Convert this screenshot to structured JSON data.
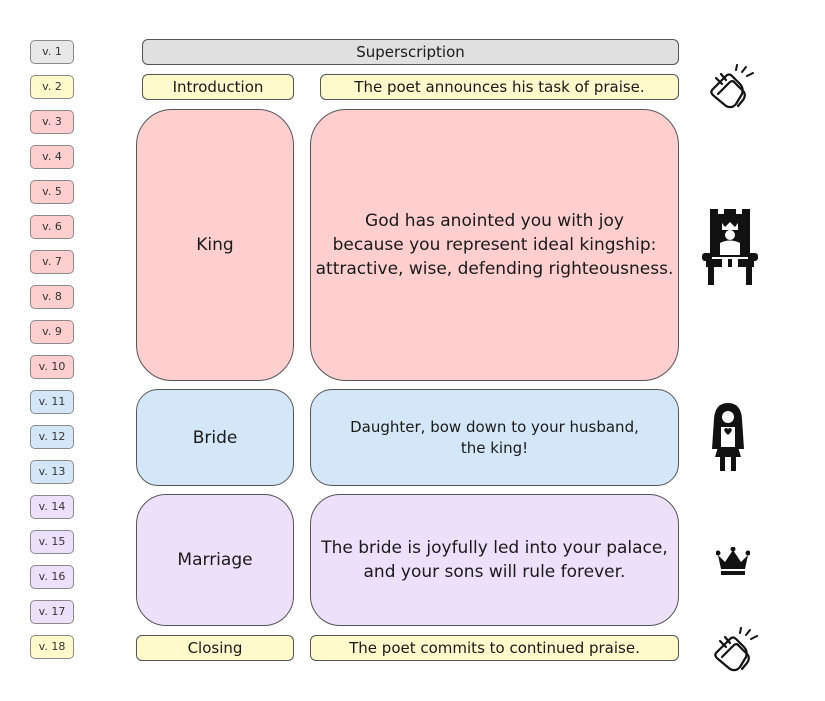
{
  "verses": [
    {
      "label": "v. 1",
      "color": "#e8e8e8"
    },
    {
      "label": "v. 2",
      "color": "#fff9cc"
    },
    {
      "label": "v. 3",
      "color": "#ffcfcf"
    },
    {
      "label": "v. 4",
      "color": "#ffcfcf"
    },
    {
      "label": "v. 5",
      "color": "#ffcfcf"
    },
    {
      "label": "v. 6",
      "color": "#ffcfcf"
    },
    {
      "label": "v. 7",
      "color": "#ffcfcf"
    },
    {
      "label": "v. 8",
      "color": "#ffcfcf"
    },
    {
      "label": "v. 9",
      "color": "#ffcfcf"
    },
    {
      "label": "v. 10",
      "color": "#ffcfcf"
    },
    {
      "label": "v. 11",
      "color": "#d3e7f8"
    },
    {
      "label": "v. 12",
      "color": "#d3e7f8"
    },
    {
      "label": "v. 13",
      "color": "#d3e7f8"
    },
    {
      "label": "v. 14",
      "color": "#ede0fa"
    },
    {
      "label": "v. 15",
      "color": "#ede0fa"
    },
    {
      "label": "v. 16",
      "color": "#ede0fa"
    },
    {
      "label": "v. 17",
      "color": "#ede0fa"
    },
    {
      "label": "v. 18",
      "color": "#fff9cc"
    }
  ],
  "superscription": "Superscription",
  "sections": {
    "introduction": {
      "label": "Introduction",
      "description": "The poet announces his task of praise.",
      "icon": "clapping-hands-icon"
    },
    "king": {
      "label": "King",
      "description": [
        "God has anointed you with joy",
        "because you represent ideal kingship:",
        "attractive, wise, defending righteousness."
      ],
      "icon": "king-on-throne-icon"
    },
    "bride": {
      "label": "Bride",
      "description": [
        "Daughter, bow down to your husband,",
        "the king!"
      ],
      "icon": "bride-icon"
    },
    "marriage": {
      "label": "Marriage",
      "description": [
        "The bride is joyfully led into your palace,",
        "and your sons will rule forever."
      ],
      "icon": "crown-icon"
    },
    "closing": {
      "label": "Closing",
      "description": "The poet commits to continued praise.",
      "icon": "clapping-hands-icon"
    }
  }
}
